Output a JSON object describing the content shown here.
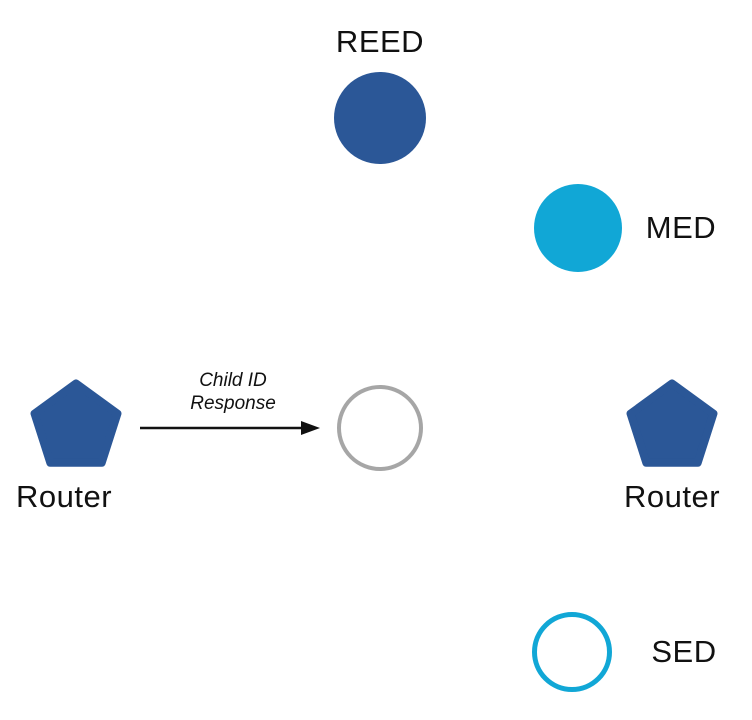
{
  "diagram": {
    "type": "thread-network-topology",
    "nodes": {
      "reed": {
        "label": "REED",
        "shape": "filled-circle"
      },
      "med": {
        "label": "MED",
        "shape": "filled-circle"
      },
      "router_left": {
        "label": "Router",
        "shape": "pentagon"
      },
      "router_right": {
        "label": "Router",
        "shape": "pentagon"
      },
      "child": {
        "label": "",
        "shape": "outlined-circle"
      },
      "sed": {
        "label": "SED",
        "shape": "outlined-circle"
      }
    },
    "arrow": {
      "label_line1": "Child ID",
      "label_line2": "Response",
      "from": "router_left",
      "to": "child"
    },
    "colors": {
      "router_blue": "#2b5797",
      "cyan": "#11a7d6",
      "gray_outline": "#a6a6a6",
      "ink": "#111111"
    }
  }
}
